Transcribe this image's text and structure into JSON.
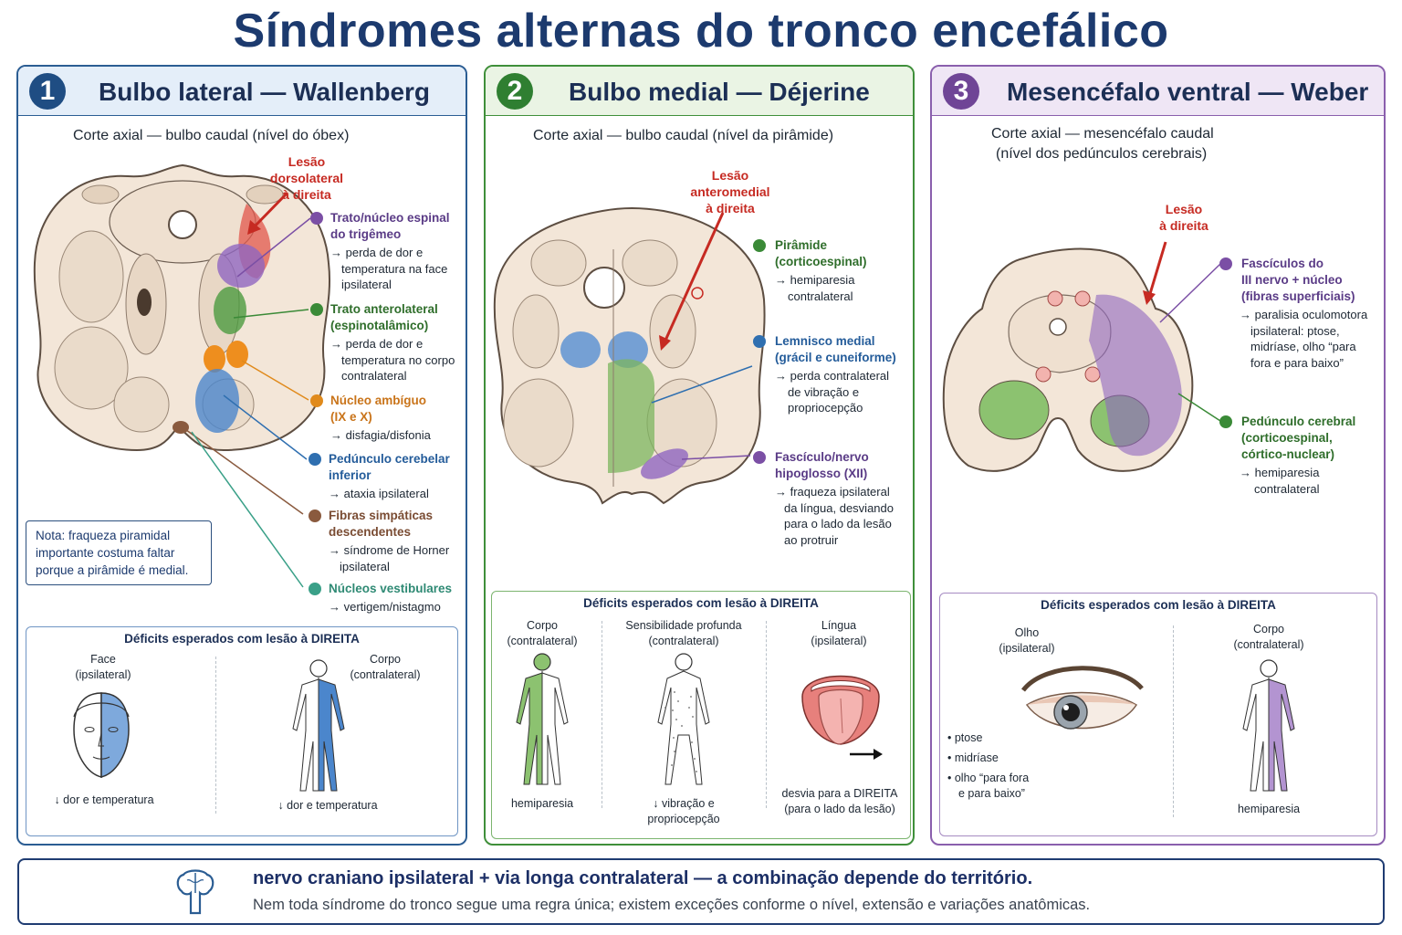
{
  "title": "Síndromes alternas do tronco encefálico",
  "panel1": {
    "number": "1",
    "title": "Bulbo lateral — Wallenberg",
    "subtitle": "Corte axial — bulbo caudal (nível do óbex)",
    "lesion": [
      "Lesão",
      "dorsolateral",
      "à direita"
    ],
    "legend": [
      {
        "name": [
          "Trato/núcleo espinal",
          "do trigêmeo"
        ],
        "effect": [
          "→ perda de dor e",
          "temperatura na face",
          "ipsilateral"
        ],
        "color": "#7b4fa5"
      },
      {
        "name": [
          "Trato anterolateral",
          "(espinotalâmico)"
        ],
        "effect": [
          "→ perda de dor e",
          "temperatura no corpo",
          "contralateral"
        ],
        "color": "#3a8a37"
      },
      {
        "name": [
          "Núcleo ambíguo",
          "(IX e X)"
        ],
        "effect": [
          "→ disfagia/disfonia"
        ],
        "color": "#e08a1c"
      },
      {
        "name": [
          "Pedúnculo cerebelar",
          "inferior"
        ],
        "effect": [
          "→ ataxia ipsilateral"
        ],
        "color": "#2f6fb0"
      },
      {
        "name": [
          "Fibras simpáticas",
          "descendentes"
        ],
        "effect": [
          "→ síndrome de Horner",
          "ipsilateral"
        ],
        "color": "#8a5a3e"
      },
      {
        "name": [
          "Núcleos vestibulares"
        ],
        "effect": [
          "→ vertigem/nistagmo"
        ],
        "color": "#3aa088"
      }
    ],
    "note": [
      "Nota: fraqueza piramidal",
      "importante costuma faltar",
      "porque a pirâmide é medial."
    ],
    "deficit_title": "Déficits esperados com lesão à DIREITA",
    "face_label": [
      "Face",
      "(ipsilateral)"
    ],
    "body_label": [
      "Corpo",
      "(contralateral)"
    ],
    "face_effect": "↓ dor e temperatura",
    "body_effect": "↓ dor e temperatura"
  },
  "panel2": {
    "number": "2",
    "title": "Bulbo medial — Déjerine",
    "subtitle": "Corte axial — bulbo caudal (nível da pirâmide)",
    "lesion": [
      "Lesão",
      "anteromedial",
      "à direita"
    ],
    "legend": [
      {
        "name": [
          "Pirâmide",
          "(corticoespinal)"
        ],
        "effect": [
          "→ hemiparesia",
          "contralateral"
        ],
        "color": "#3a8a37"
      },
      {
        "name": [
          "Lemnisco medial",
          "(grácil e cuneiforme)"
        ],
        "effect": [
          "→ perda contralateral",
          "de vibração e",
          "propriocepção"
        ],
        "color": "#2f6fb0"
      },
      {
        "name": [
          "Fascículo/nervo",
          "hipoglosso (XII)"
        ],
        "effect": [
          "→ fraqueza ipsilateral",
          "da língua, desviando",
          "para o lado da lesão",
          "ao protruir"
        ],
        "color": "#7b4fa5"
      }
    ],
    "deficit_title": "Déficits esperados com lesão à DIREITA",
    "col1_label": [
      "Corpo",
      "(contralateral)"
    ],
    "col2_label": [
      "Sensibilidade profunda",
      "(contralateral)"
    ],
    "col3_label": [
      "Língua",
      "(ipsilateral)"
    ],
    "col1_effect": "hemiparesia",
    "col2_effect": [
      "↓ vibração e",
      "propriocepção"
    ],
    "col3_effect": [
      "desvia para a DIREITA",
      "(para o lado da lesão)"
    ]
  },
  "panel3": {
    "number": "3",
    "title": "Mesencéfalo ventral — Weber",
    "subtitle": [
      "Corte axial — mesencéfalo caudal",
      "(nível dos pedúnculos cerebrais)"
    ],
    "lesion": [
      "Lesão",
      "à direita"
    ],
    "legend": [
      {
        "name": [
          "Fascículos do",
          "III nervo + núcleo",
          "(fibras superficiais)"
        ],
        "effect": [
          "→ paralisia oculomotora",
          "ipsilateral: ptose,",
          "midríase, olho “para",
          "fora e para baixo”"
        ],
        "color": "#7b4fa5"
      },
      {
        "name": [
          "Pedúnculo cerebral",
          "(corticoespinal,",
          "córtico-nuclear)"
        ],
        "effect": [
          "→ hemiparesia",
          "contralateral"
        ],
        "color": "#3a8a37"
      }
    ],
    "deficit_title": "Déficits esperados com lesão à DIREITA",
    "eye_label": [
      "Olho",
      "(ipsilateral)"
    ],
    "body_label": [
      "Corpo",
      "(contralateral)"
    ],
    "eye_signs": [
      "ptose",
      "midríase",
      "olho “para fora",
      "e para baixo”"
    ],
    "body_effect": "hemiparesia"
  },
  "bottom": {
    "main": "nervo craniano ipsilateral + via longa contralateral — a combinação depende do território.",
    "sub": "Nem toda síndrome do tronco segue uma regra única; existem exceções conforme o nível, extensão e variações anatômicas."
  },
  "colors": {
    "blue": "#2f6fb0",
    "green": "#3a8a37",
    "purple": "#7b4fa5",
    "orange": "#e08a1c",
    "brown": "#8a5a3e",
    "teal": "#3aa088",
    "red": "#c62a22"
  }
}
